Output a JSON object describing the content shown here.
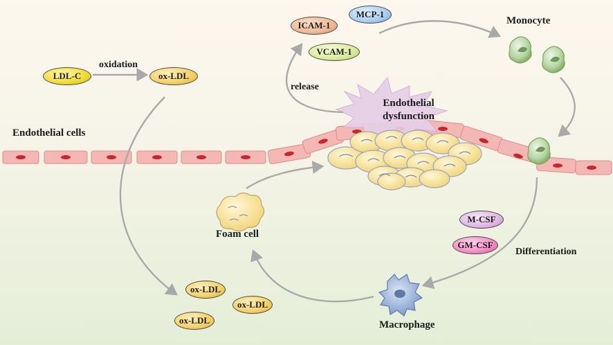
{
  "labels": {
    "ldl_c": "LDL-C",
    "oxidation": "oxidation",
    "ox_ldl_top": "ox-LDL",
    "endothelial_cells": "Endothelial cells",
    "icam1": "ICAM-1",
    "mcp1": "MCP-1",
    "vcam1": "VCAM-1",
    "release": "release",
    "endothelial_dysfunction_line1": "Endothelial",
    "endothelial_dysfunction_line2": "dysfunction",
    "monocyte": "Monocyte",
    "m_csf": "M-CSF",
    "gm_csf": "GM-CSF",
    "differentiation": "Differentiation",
    "foam_cell": "Foam cell",
    "macrophage": "Macrophage",
    "ox_ldl_1": "ox-LDL",
    "ox_ldl_2": "ox-LDL",
    "ox_ldl_3": "ox-LDL"
  },
  "colors": {
    "arrow": "#a9a9a9",
    "endothelial_cell": "#f4b2b2",
    "nucleus": "#c8262c",
    "plaque": "#f6e08a",
    "monocyte": "#a6c98f",
    "macrophage": "#8aa6cf"
  },
  "icons": {
    "monocyte": "monocyte-cell-icon",
    "macrophage": "macrophage-cell-icon",
    "foam_cell": "foam-cell-icon",
    "plaque": "lipid-plaque-icon",
    "burst": "dysfunction-burst-icon"
  }
}
